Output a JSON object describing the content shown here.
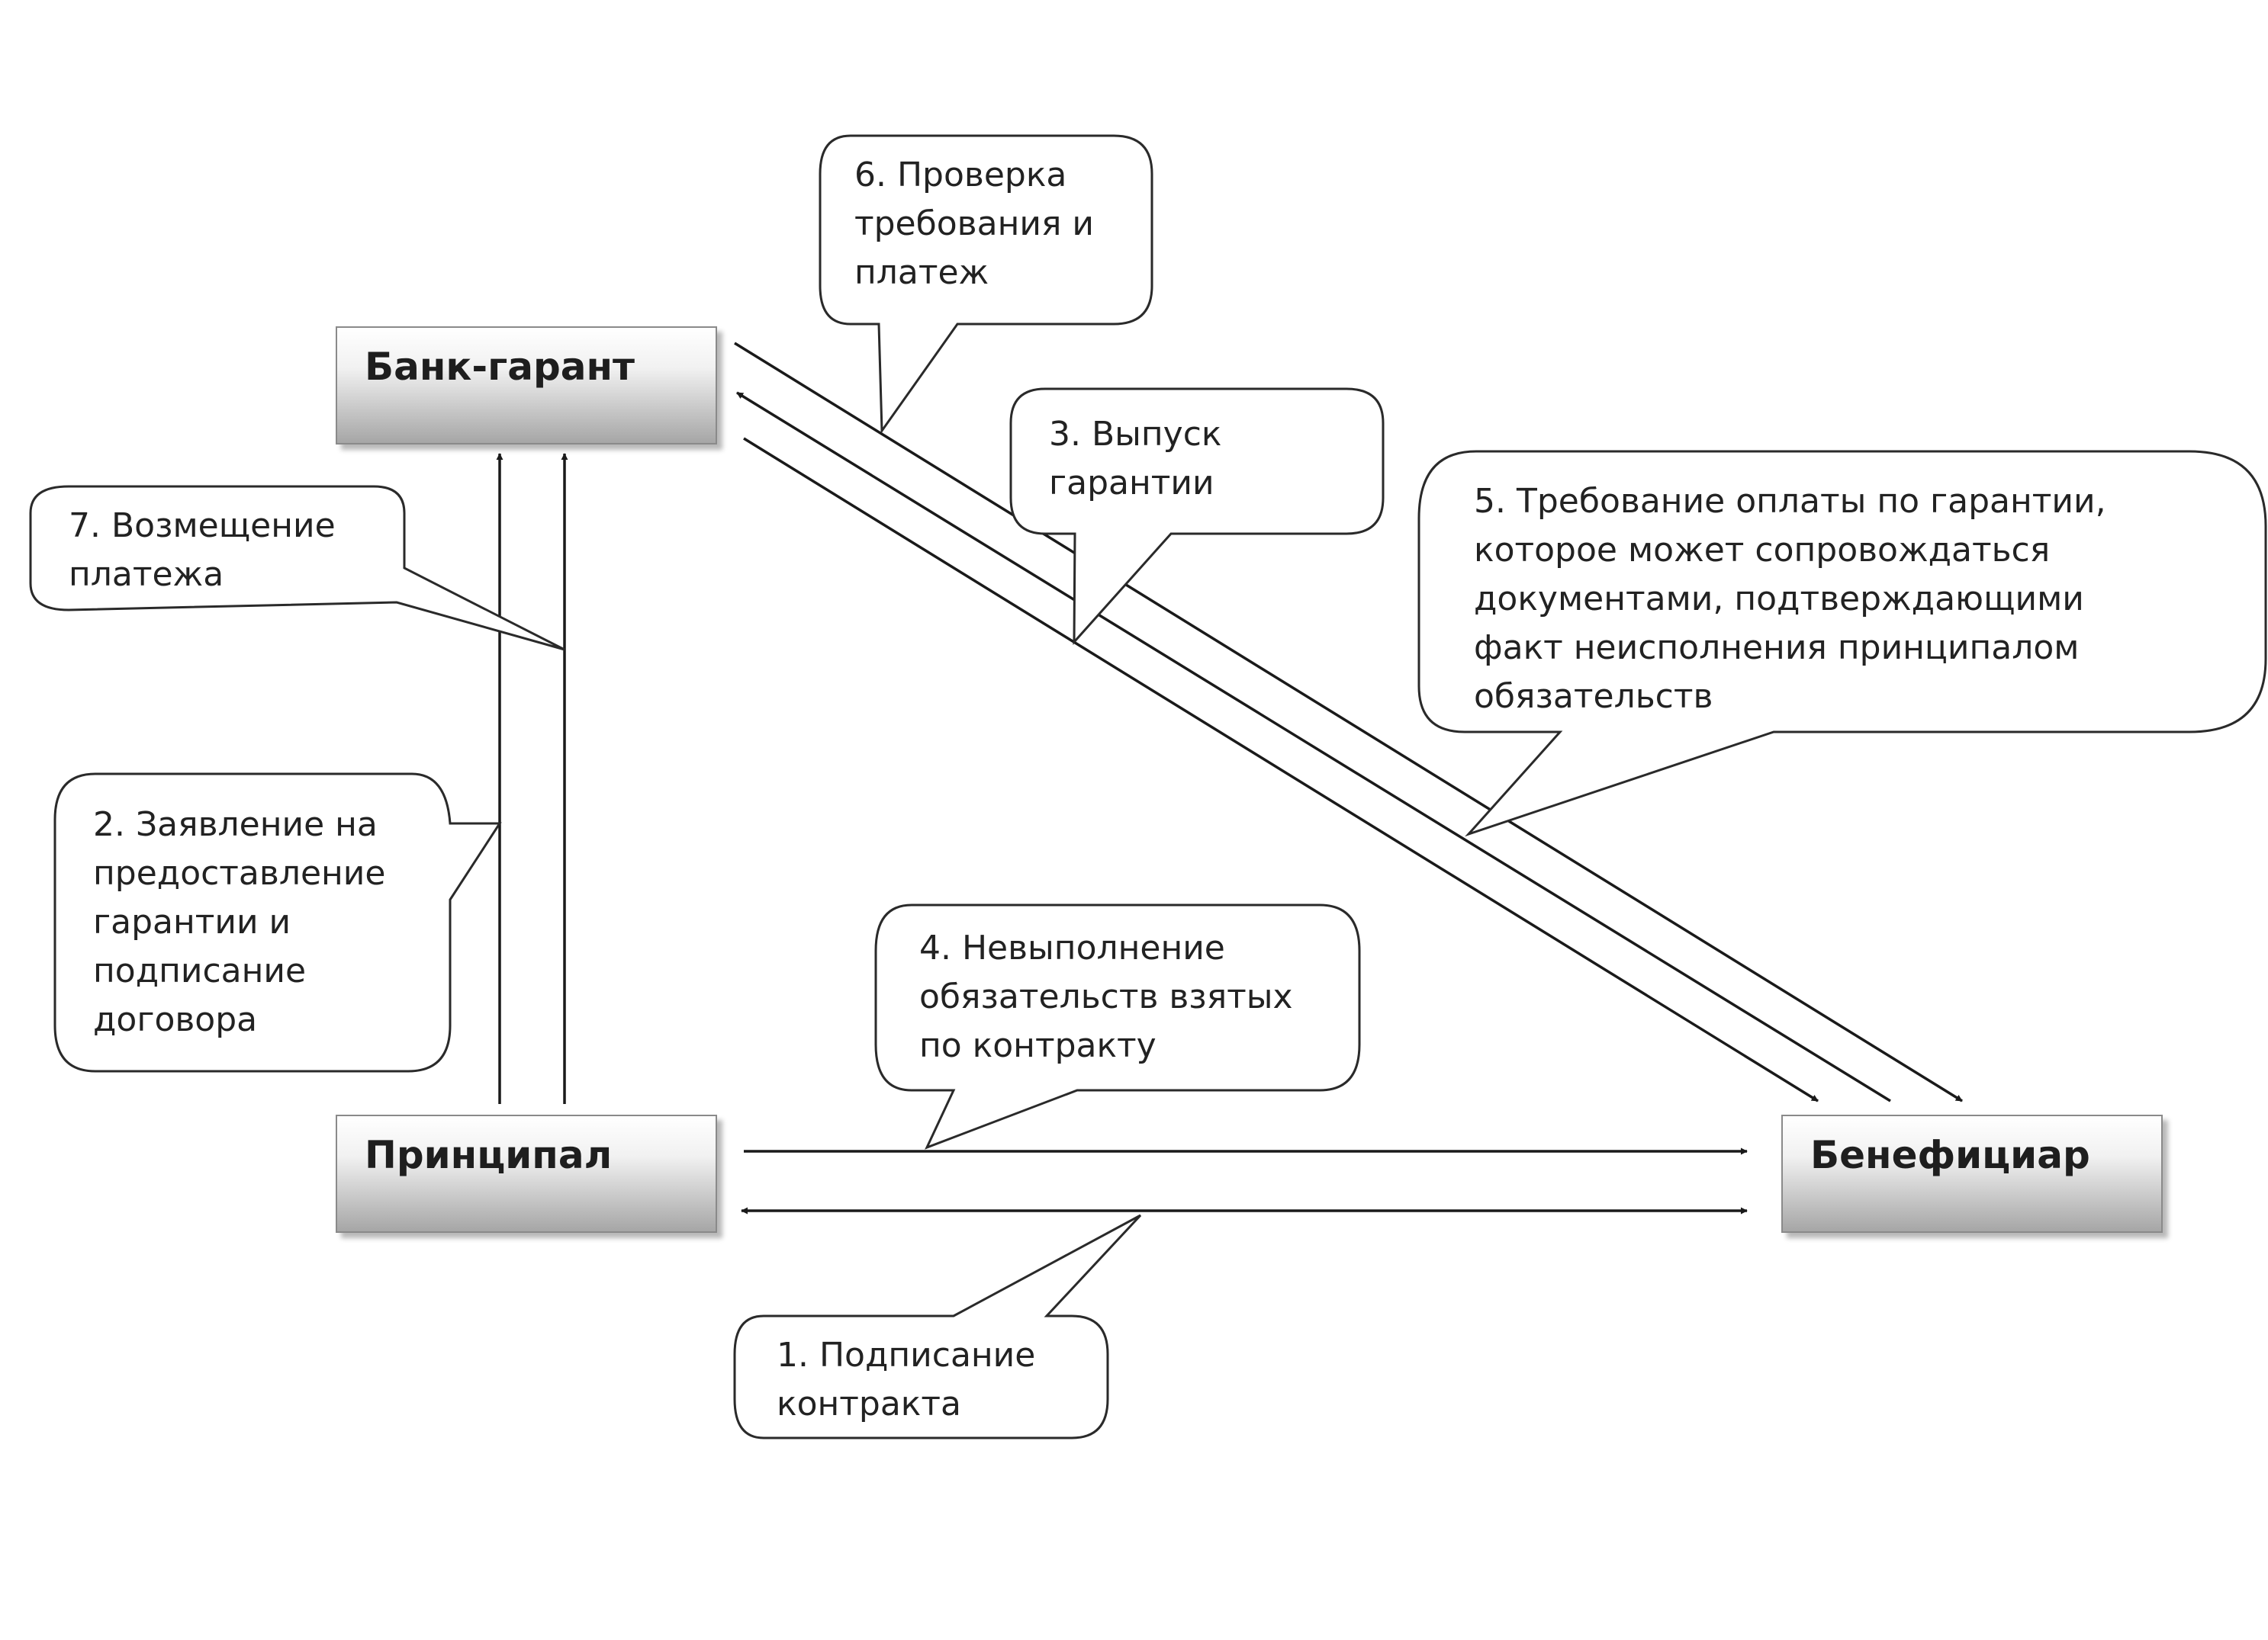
{
  "nodes": {
    "bank": "Банк-гарант",
    "principal": "Принципал",
    "beneficiary": "Бенефициар"
  },
  "callouts": {
    "c1": [
      "1. Подписание",
      "контракта"
    ],
    "c2": [
      "2. Заявление на",
      "предоставление",
      "гарантии и",
      "подписание",
      "договора"
    ],
    "c3": [
      "3. Выпуск",
      "гарантии"
    ],
    "c4": [
      "4. Невыполнение",
      "обязательств взятых",
      "по контракту"
    ],
    "c5": [
      "5. Требование оплаты по гарантии,",
      "которое может сопровождаться",
      "документами, подтверждающими",
      "факт неисполнения  принципалом",
      "обязательств"
    ],
    "c6": [
      "6. Проверка",
      "требования и",
      "платеж"
    ],
    "c7": [
      "7. Возмещение",
      "платежа"
    ]
  },
  "colors": {
    "line": "#1a1a1a",
    "text": "#222222",
    "node_border": "#8a8a8a"
  }
}
